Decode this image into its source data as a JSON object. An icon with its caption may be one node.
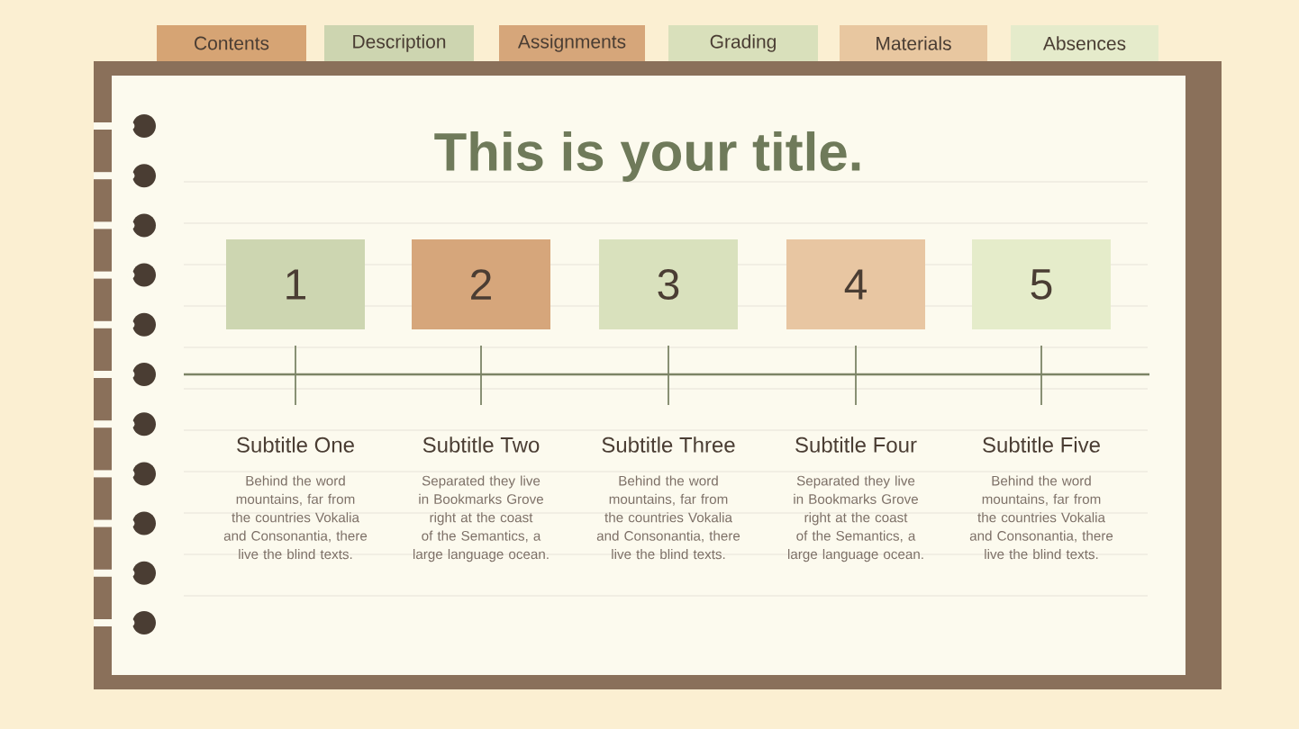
{
  "diagram": {
    "title": "This is your title.",
    "nodes": [
      {
        "text": [
          "Contents"
        ]
      },
      {
        "text": [
          "Description"
        ]
      },
      {
        "text": [
          "Assignments"
        ]
      },
      {
        "text": [
          "Grading"
        ]
      },
      {
        "text": [
          "Materials"
        ]
      },
      {
        "text": [
          "Absences"
        ]
      },
      {
        "text": [
          "1"
        ],
        "beside": [
          "Subtitle One",
          "Behind the word mountains, far from the countries Vokalia and Consonantia, there live the blind texts."
        ]
      },
      {
        "text": [
          "2"
        ],
        "beside": [
          "Subtitle Two",
          "Separated they live in Bookmarks Grove right at the coast of the Semantics, a large language ocean."
        ]
      },
      {
        "text": [
          "3"
        ],
        "beside": [
          "Subtitle Three",
          "Behind the word mountains, far from the countries Vokalia and Consonantia, there live the blind texts."
        ]
      },
      {
        "text": [
          "4"
        ],
        "beside": [
          "Subtitle Four",
          "Separated they live in Bookmarks Grove right at the coast of the Semantics, a large language ocean."
        ]
      },
      {
        "text": [
          "5"
        ],
        "beside": [
          "Subtitle Five",
          "Behind the word mountains, far from the countries Vokalia and Consonantia, there live the blind texts."
        ]
      }
    ],
    "edges": []
  }
}
